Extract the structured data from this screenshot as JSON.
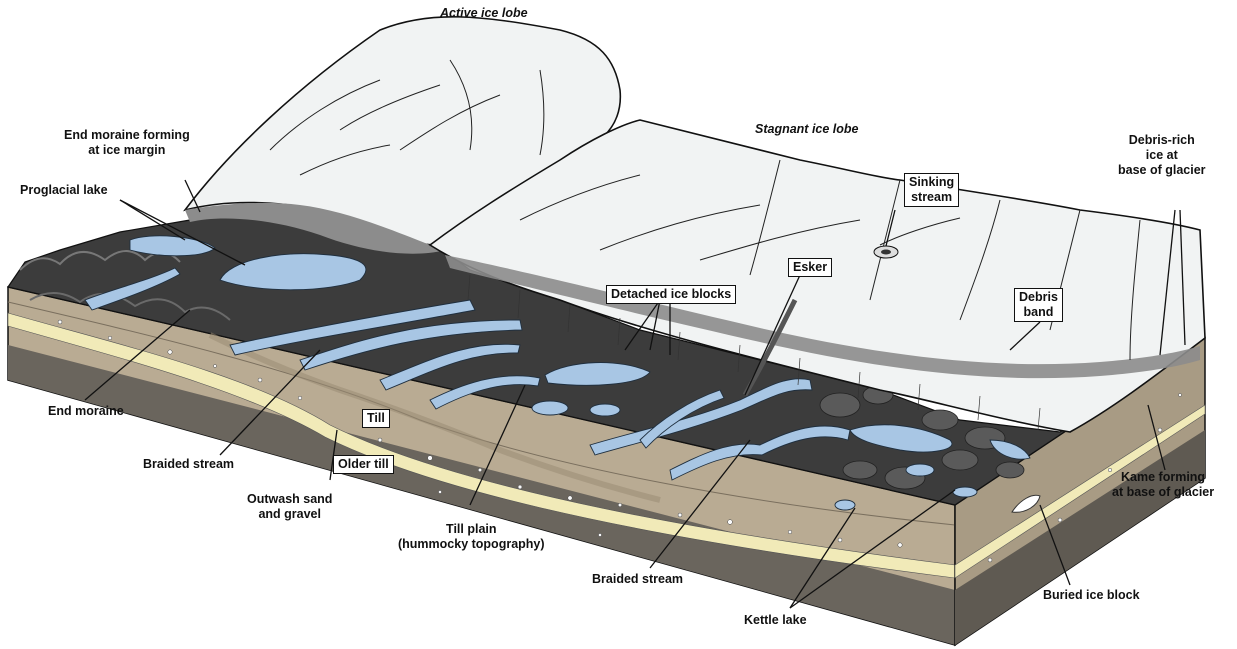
{
  "diagram": {
    "colors": {
      "ice": "#f1f3f3",
      "ice_edge": "#d9dcdc",
      "debris_band": "#8c8c8c",
      "water": "#a8c6e4",
      "dark_ground": "#3c3c3c",
      "sediment": "#b9ab93",
      "outwash_sand": "#f1eab8",
      "bedrock": "#6a655d"
    },
    "labels": {
      "active_ice_lobe": "Active ice lobe",
      "stagnant_ice_lobe": "Stagnant ice lobe",
      "end_moraine_forming": [
        "End moraine forming",
        "at ice margin"
      ],
      "proglacial_lake": "Proglacial lake",
      "debris_rich_ice": [
        "Debris-rich",
        "ice at",
        "base of glacier"
      ],
      "sinking_stream": [
        "Sinking",
        "stream"
      ],
      "esker": "Esker",
      "detached_ice_blocks": "Detached ice blocks",
      "debris_band": [
        "Debris",
        "band"
      ],
      "end_moraine": "End moraine",
      "till": "Till",
      "braided_stream_left": "Braided stream",
      "older_till": "Older till",
      "outwash": [
        "Outwash sand",
        "and gravel"
      ],
      "till_plain": [
        "Till plain",
        "(hummocky topography)"
      ],
      "braided_stream_right": "Braided stream",
      "kettle_lake": "Kettle lake",
      "kame_forming": [
        "Kame forming",
        "at base of glacier"
      ],
      "buried_ice_block": "Buried ice block"
    }
  }
}
